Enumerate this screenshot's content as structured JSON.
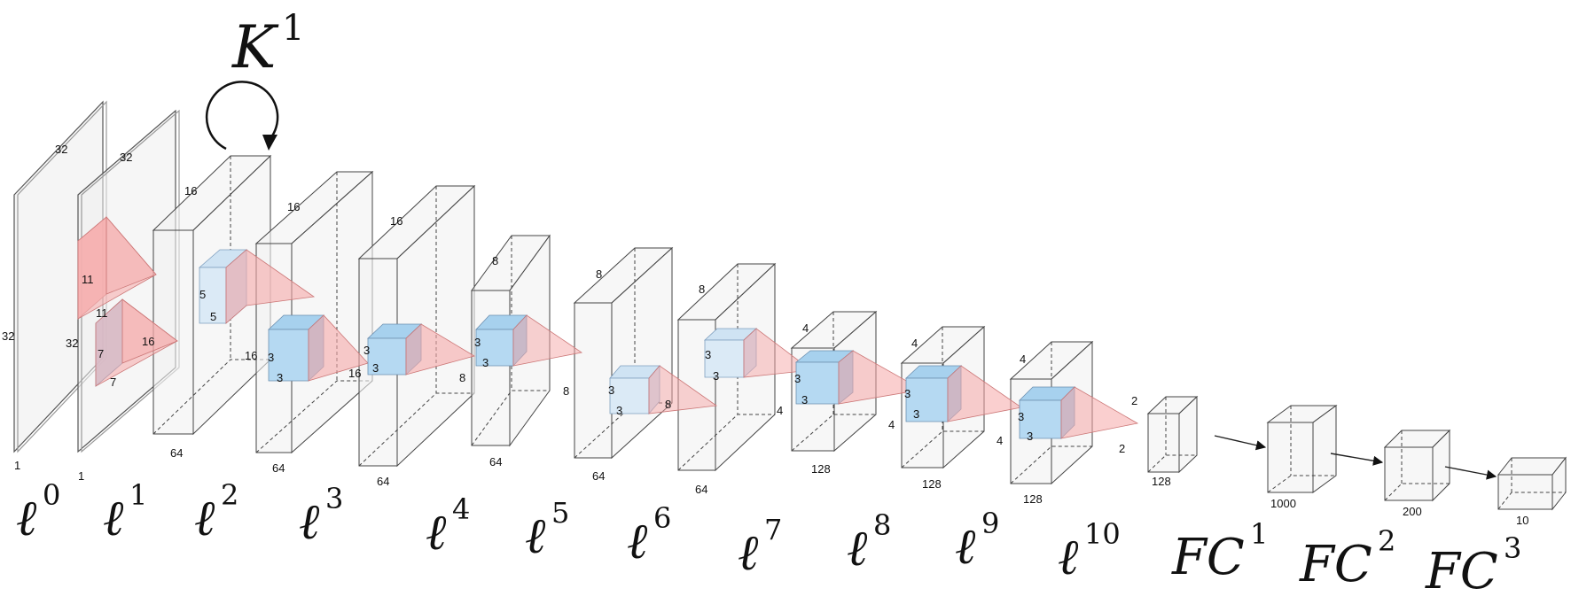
{
  "kernel_label": {
    "base": "K",
    "sup": "1"
  },
  "layers": [
    {
      "base": "ℓ",
      "sup": "0"
    },
    {
      "base": "ℓ",
      "sup": "1"
    },
    {
      "base": "ℓ",
      "sup": "2"
    },
    {
      "base": "ℓ",
      "sup": "3"
    },
    {
      "base": "ℓ",
      "sup": "4"
    },
    {
      "base": "ℓ",
      "sup": "5"
    },
    {
      "base": "ℓ",
      "sup": "6"
    },
    {
      "base": "ℓ",
      "sup": "7"
    },
    {
      "base": "ℓ",
      "sup": "8"
    },
    {
      "base": "ℓ",
      "sup": "9"
    },
    {
      "base": "ℓ",
      "sup": "10"
    },
    {
      "base": "FC",
      "sup": "1"
    },
    {
      "base": "FC",
      "sup": "2"
    },
    {
      "base": "FC",
      "sup": "3"
    }
  ],
  "dims": {
    "l0": [
      "32",
      "32",
      "1"
    ],
    "l1": [
      "32",
      "32",
      "1"
    ],
    "l2": [
      "16",
      "16",
      "64"
    ],
    "l3": [
      "16",
      "64"
    ],
    "l4": [
      "16",
      "8",
      "64"
    ],
    "l5": [
      "8",
      "8",
      "64"
    ],
    "l6": [
      "8",
      "64"
    ],
    "l7": [
      "8",
      "4",
      "64"
    ],
    "l8": [
      "4",
      "4",
      "128"
    ],
    "l9": [
      "4",
      "4",
      "128"
    ],
    "l10": [
      "4",
      "128"
    ],
    "fc0": [
      "2",
      "2",
      "128"
    ],
    "fc1": [
      "1000"
    ],
    "fc2": [
      "200"
    ],
    "fc3": [
      "10"
    ]
  },
  "kernels": {
    "k1a": [
      "11",
      "11"
    ],
    "k1b": [
      "7",
      "7",
      "16"
    ],
    "k2a": [
      "5",
      "5"
    ],
    "k2b": [
      "3",
      "3",
      "16"
    ],
    "k3": [
      "3",
      "3"
    ],
    "k4": [
      "3",
      "3"
    ],
    "k5": [
      "3",
      "3",
      "8"
    ],
    "k6": [
      "3",
      "3"
    ],
    "k7": [
      "3",
      "3"
    ],
    "k8": [
      "3",
      "3"
    ],
    "k9": [
      "3",
      "3"
    ]
  }
}
